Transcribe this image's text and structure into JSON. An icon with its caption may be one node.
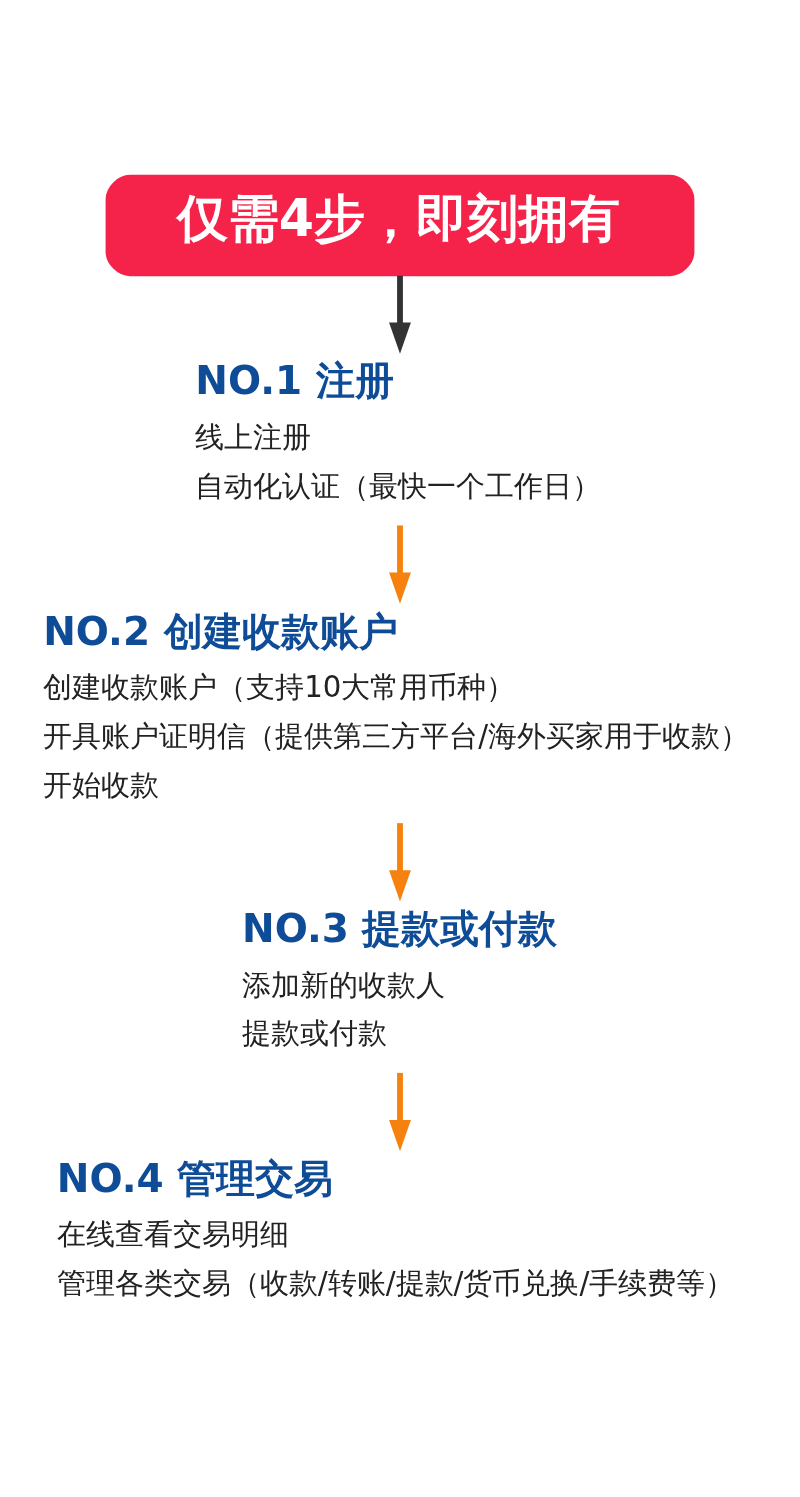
{
  "diagram": {
    "nodes": [
      {
        "text": [
          "仅需4步，即刻拥有"
        ]
      },
      {
        "text": [
          "NO.1 注册",
          "线上注册",
          "自动化认证（最快一个工作日）"
        ]
      },
      {
        "text": [
          "NO.2 创建收款账户",
          "创建收款账户（支持10大常用币种）",
          "开具账户证明信（提供第三方平台/海外买家用于收款）",
          "开始收款"
        ]
      },
      {
        "text": [
          "NO.3 提款或付款",
          "添加新的收款人",
          "提款或付款"
        ]
      },
      {
        "text": [
          "NO.4 管理交易",
          "在线查看交易明细",
          "管理各类交易（收款/转账/提款/货币兑换/手续费等）"
        ]
      }
    ],
    "edges": [
      {
        "from": 0,
        "to": 1,
        "arrow": "to",
        "color": "#333333"
      },
      {
        "from": 1,
        "to": 2,
        "arrow": "to"
      },
      {
        "from": 2,
        "to": 3,
        "arrow": "to"
      },
      {
        "from": 3,
        "to": 4,
        "arrow": "to"
      }
    ]
  }
}
